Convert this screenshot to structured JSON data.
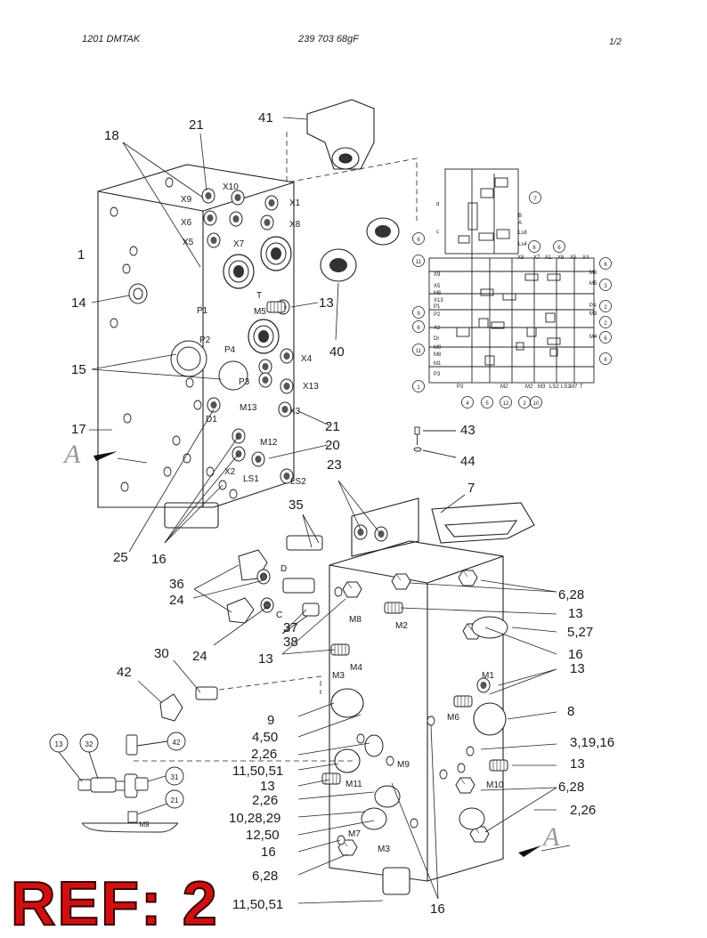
{
  "header": {
    "model": "1201   DMTAK",
    "part_number": "239 703 68gF",
    "page": "1/2"
  },
  "reference": "REF: 2",
  "view_marker": "A",
  "upper_block": {
    "callouts": [
      "1",
      "14",
      "15",
      "17",
      "18",
      "21",
      "41",
      "13",
      "40",
      "21",
      "20",
      "23",
      "25",
      "16"
    ],
    "ports": [
      "X9",
      "X10",
      "X1",
      "X6",
      "X8",
      "X5",
      "X7",
      "T",
      "P1",
      "M5",
      "P2",
      "P4",
      "X4",
      "P3",
      "X13",
      "D1",
      "M13",
      "X3",
      "M12",
      "X2",
      "LS1",
      "LS2"
    ]
  },
  "schematic": {
    "circled_callouts": [
      "7",
      "6",
      "6",
      "6",
      "11",
      "6",
      "3",
      "9",
      "2",
      "6",
      "2",
      "11",
      "6",
      "6",
      "1",
      "4",
      "5",
      "12",
      "2",
      "10"
    ],
    "labels": [
      "d",
      "c",
      "X9",
      "X5",
      "M6",
      "X13",
      "P1",
      "P2",
      "X2",
      "Dr",
      "M9",
      "M8",
      "M1",
      "P3",
      "X8",
      "X7",
      "X1",
      "X6",
      "X5",
      "X4",
      "M6",
      "M5",
      "P4",
      "M3",
      "M4",
      "P3",
      "M2",
      "M2",
      "M3",
      "LS2",
      "LS1",
      "M7",
      "T",
      "B",
      "A",
      "Ls8",
      "Ls4"
    ]
  },
  "fasteners": {
    "bolt": "43",
    "washer": "44"
  },
  "lower_block": {
    "callouts": [
      "7",
      "35",
      "36",
      "24",
      "37",
      "38",
      "13",
      "24",
      "30",
      "42",
      "9",
      "4,50",
      "2,26",
      "11,50,51",
      "13",
      "2,26",
      "10,28,29",
      "12,50",
      "16",
      "6,28",
      "11,50,51",
      "16",
      "6,28",
      "13",
      "5,27",
      "16",
      "13",
      "8",
      "3,19,16",
      "13",
      "6,28",
      "2,26"
    ],
    "ports": [
      "D",
      "C",
      "M8",
      "M2",
      "M4",
      "M3",
      "M1",
      "M6",
      "M9",
      "M11",
      "M10",
      "M7",
      "M3"
    ]
  },
  "detail": {
    "circled_callouts": [
      "13",
      "32",
      "42",
      "31",
      "21"
    ],
    "port": "M9"
  }
}
